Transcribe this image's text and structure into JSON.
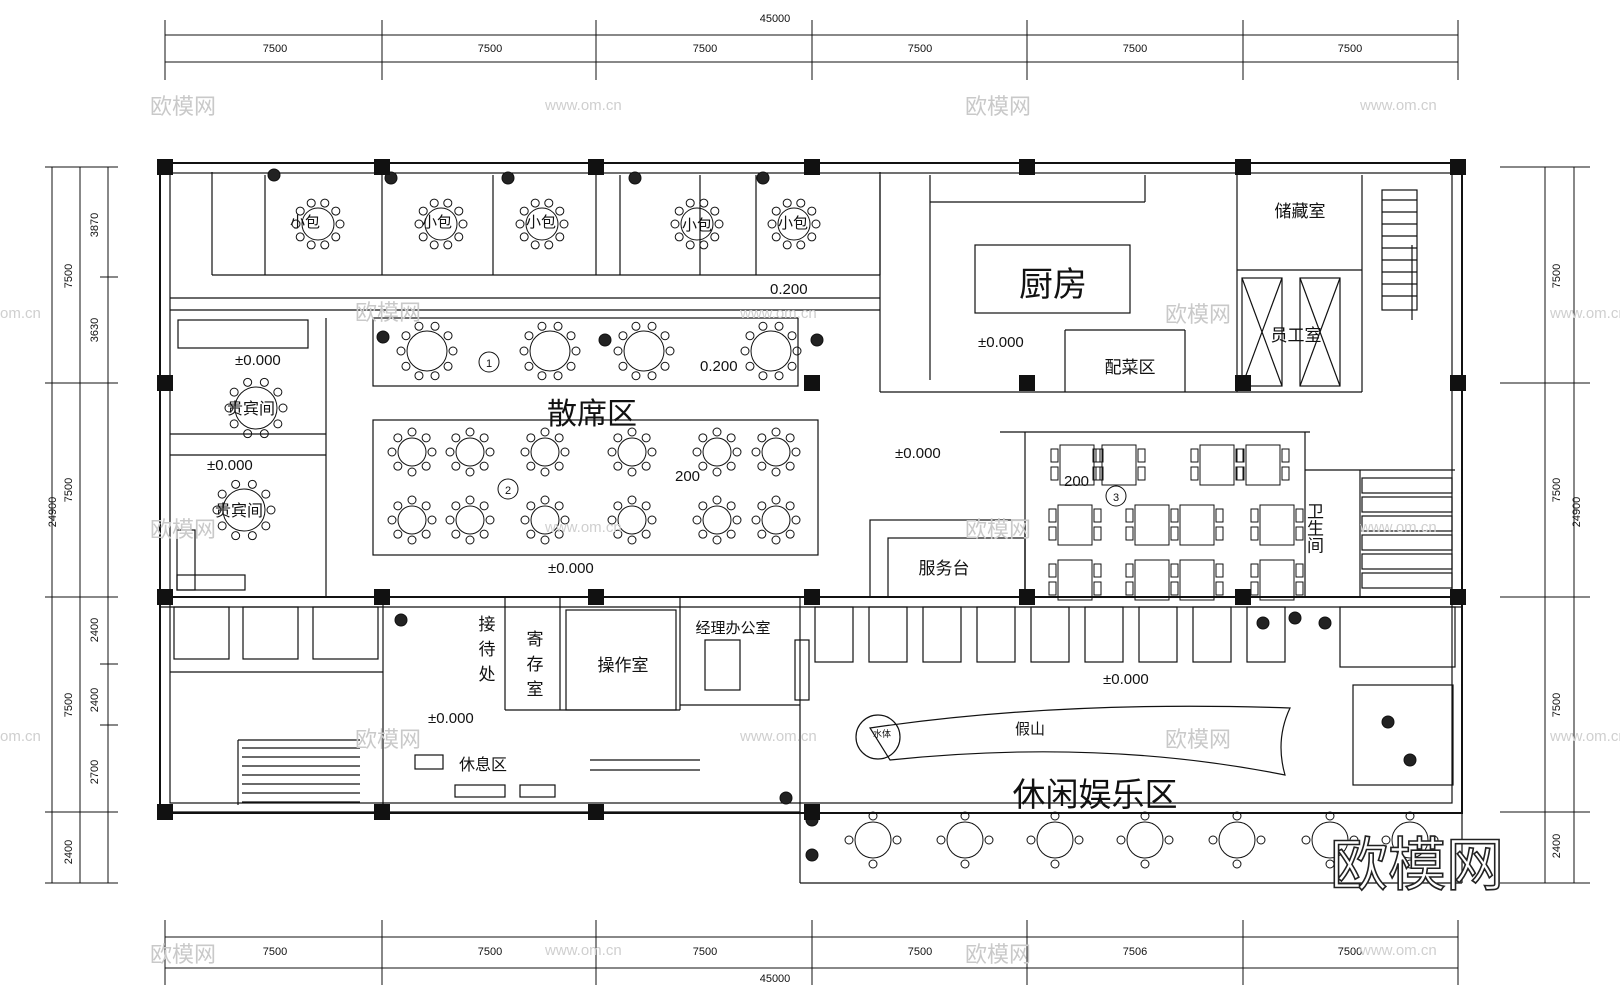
{
  "dimensions": {
    "top_total": "45000",
    "bottom_total": "45000",
    "top_bays": [
      "7500",
      "7500",
      "7500",
      "7500",
      "7500",
      "7500"
    ],
    "bottom_bays": [
      "7500",
      "7500",
      "7500",
      "7500",
      "7506",
      "7500"
    ],
    "left_total": "24900",
    "right_total": "24900",
    "left_outer": [
      "7500",
      "7500",
      "7500",
      "2400"
    ],
    "left_inner": [
      "3870",
      "3630",
      "2400",
      "2400",
      "2700"
    ],
    "right_outer": [
      "7500",
      "7500",
      "7500",
      "2400"
    ]
  },
  "rooms": {
    "small_private": "小包",
    "kitchen": "厨房",
    "storage": "储藏室",
    "staff_room": "员工室",
    "prep_area": "配菜区",
    "vip_room": "贵宾间",
    "open_seating": "散席区",
    "service_desk": "服务台",
    "restroom": "卫生间",
    "reception_1": "接",
    "reception_2": "待",
    "reception_3": "处",
    "checkroom_1": "寄",
    "checkroom_2": "存",
    "checkroom_3": "室",
    "operation_room": "操作室",
    "manager_office": "经理办公室",
    "rest_area": "休息区",
    "rockery": "假山",
    "water": "水体",
    "leisure_area": "休闲娱乐区"
  },
  "zone_markers": [
    "1",
    "2",
    "3"
  ],
  "levels": {
    "zero": "±0.000",
    "plus": "0.200",
    "short": "200"
  },
  "watermarks": {
    "cn": "欧模网",
    "url": "www.om.cn",
    "url_short": "om.cn"
  }
}
